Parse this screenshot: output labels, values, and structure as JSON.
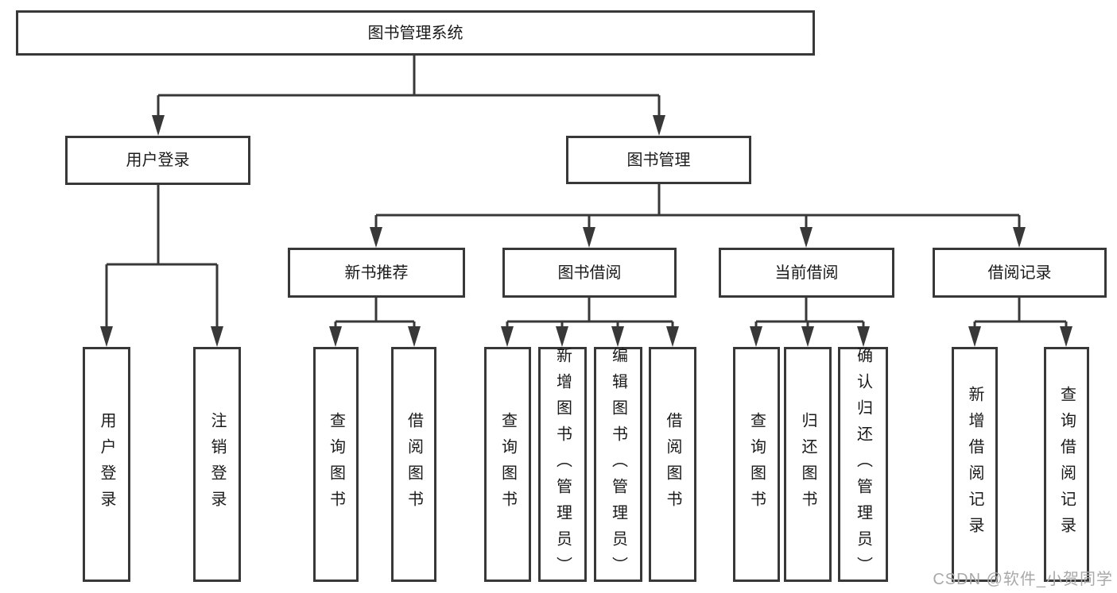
{
  "tree": {
    "root": {
      "label": "图书管理系统"
    },
    "level2": [
      {
        "label": "用户登录",
        "children": [
          {
            "label": "用户登录"
          },
          {
            "label": "注销登录"
          }
        ]
      },
      {
        "label": "图书管理",
        "children": [
          {
            "label": "新书推荐",
            "children": [
              {
                "label": "查询图书"
              },
              {
                "label": "借阅图书"
              }
            ]
          },
          {
            "label": "图书借阅",
            "children": [
              {
                "label": "查询图书"
              },
              {
                "label": "新增图书（管理员）"
              },
              {
                "label": "编辑图书（管理员）"
              },
              {
                "label": "借阅图书"
              }
            ]
          },
          {
            "label": "当前借阅",
            "children": [
              {
                "label": "查询图书"
              },
              {
                "label": "归还图书"
              },
              {
                "label": "确认归还（管理员）"
              }
            ]
          },
          {
            "label": "借阅记录",
            "children": [
              {
                "label": "新增借阅记录"
              },
              {
                "label": "查询借阅记录"
              }
            ]
          }
        ]
      }
    ]
  },
  "watermark": "CSDN @软件_小贺同学",
  "colors": {
    "line": "#383838",
    "text": "#1a1a1a",
    "background": "#ffffff",
    "watermark": "#a9a9a9"
  }
}
